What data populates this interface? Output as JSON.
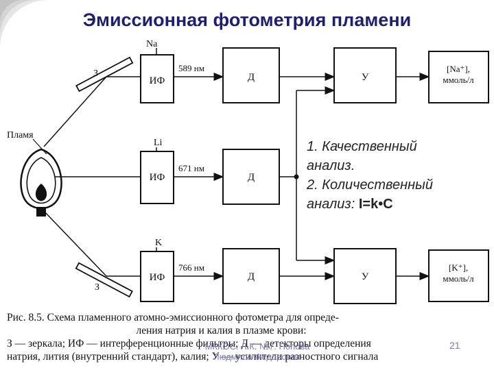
{
  "title": "Эмиссионная фотометрия пламени",
  "flame_label": "Пламя",
  "channels": [
    {
      "element": "Na",
      "filter": "ИФ",
      "wavelength": "589 нм",
      "detector": "Д",
      "amplifier": "У",
      "output_line1": "[Na⁺],",
      "output_line2": "ммоль/л",
      "mirror": "З"
    },
    {
      "element": "Li",
      "filter": "ИФ",
      "wavelength": "671 нм",
      "detector": "Д"
    },
    {
      "element": "K",
      "filter": "ИФ",
      "wavelength": "766 нм",
      "detector": "Д",
      "amplifier": "У",
      "output_line1": "[K⁺],",
      "output_line2": "ммоль/л",
      "mirror": "З"
    }
  ],
  "notes": {
    "line1": "1. Качественный",
    "line2": "анализ.",
    "line3": "2. Количественный",
    "line4_prefix": "анализ: ",
    "formula": "I=k•C"
  },
  "caption": {
    "line1": "Рис. 8.5. Схема пламенного атомно-эмиссионного фотометра для опреде-",
    "line2": "ления натрия и калия в плазме крови:",
    "line3": "З — зеркала; ИФ — интерференционные фильтры; Д — детекторы определения",
    "line4": "натрия, лития (внутренний стандарт), калия; У — усилители разностного сигнала"
  },
  "footer": {
    "line1": "МККОС. Л.К. №7. Попова",
    "line2": "Людмила Федоровна",
    "page": "21"
  }
}
